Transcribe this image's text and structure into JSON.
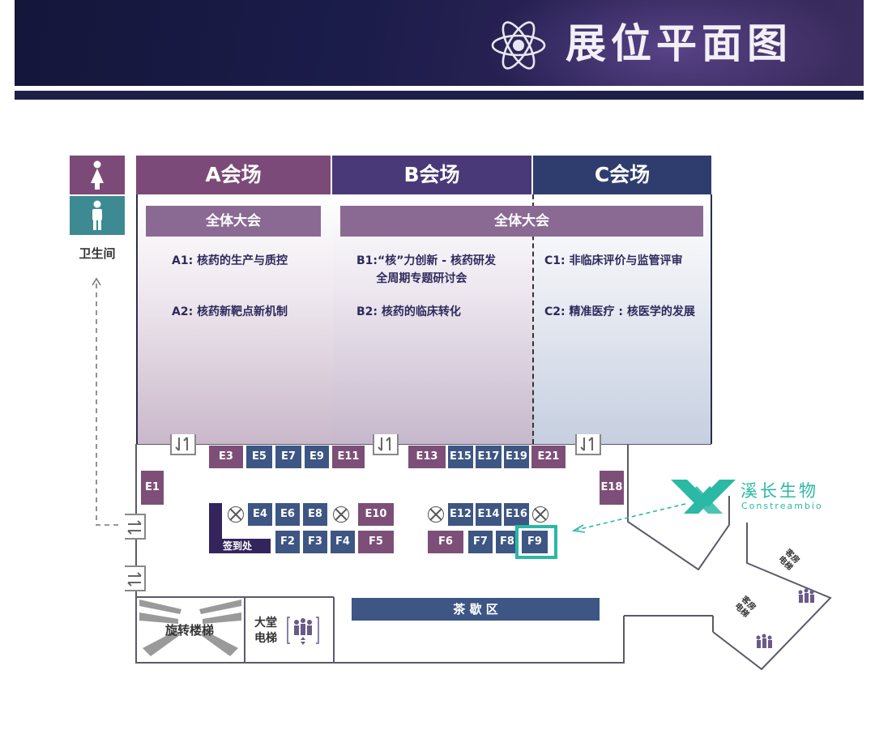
{
  "header": {
    "title": "展位平面图",
    "icon": "atom-icon"
  },
  "restroom": {
    "label": "卫生间",
    "female_icon": "female-icon",
    "male_icon": "male-icon"
  },
  "halls": [
    {
      "name": "A会场",
      "plenary": "全体大会",
      "sessions": [
        "A1: 核药的生产与质控",
        "A2: 核药新靶点新机制"
      ]
    },
    {
      "name": "B会场",
      "plenary": "全体大会",
      "sessions": [
        "B1:“核”力创新 - 核药研发\n     全周期专题研讨会",
        "B2: 核药的临床转化"
      ]
    },
    {
      "name": "C会场",
      "sessions": [
        "C1: 非临床评价与监管评审",
        "C2: 精准医疗 : 核医学的发展"
      ]
    }
  ],
  "booths": {
    "top_row": [
      "E3",
      "E5",
      "E7",
      "E9",
      "E11",
      "E13",
      "E15",
      "E17",
      "E19",
      "E21"
    ],
    "side": [
      "E1",
      "E18"
    ],
    "middle_row": [
      "E4",
      "E6",
      "E8",
      "E10",
      "E12",
      "E14",
      "E16"
    ],
    "bottom_row": [
      "F2",
      "F3",
      "F4",
      "F5",
      "F6",
      "F7",
      "F8",
      "F9"
    ],
    "highlight": "F9"
  },
  "facilities": {
    "registration": "签到处",
    "tea_break": "茶 歇 区",
    "spiral_stairs": "旋转楼梯",
    "lobby_elevator": "大堂\n电梯",
    "guest_elevator_1": "客房\n电梯",
    "guest_elevator_2": "客房\n电梯"
  },
  "exhibitor": {
    "name_cn": "溪长生物",
    "name_en": "Constreambio",
    "logo": "constreambio-logo"
  },
  "colors": {
    "hall_a": "#7c4a78",
    "hall_b": "#4a3978",
    "hall_c": "#2f3d6e",
    "booth_dark": "#3d5683",
    "booth_purple": "#7d4f78",
    "highlight": "#2bb8a5",
    "header_bg": "#1b1c4a"
  }
}
